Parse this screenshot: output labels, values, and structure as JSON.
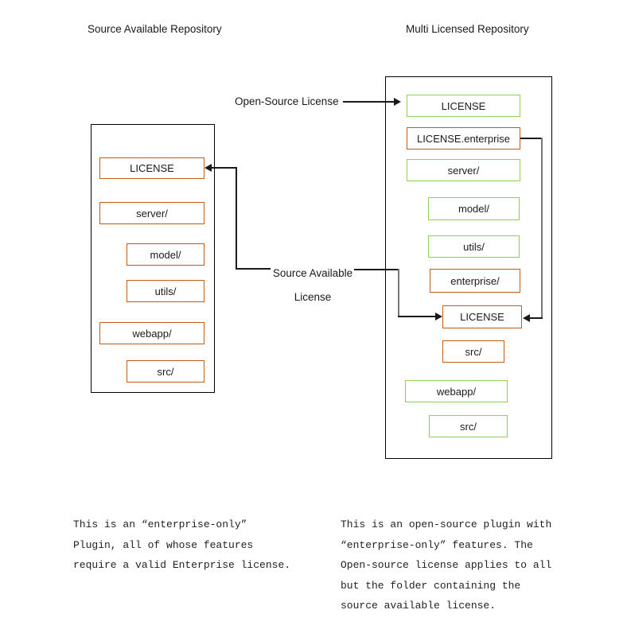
{
  "colors": {
    "orange_border": "#C55A11",
    "green_border": "#92D050",
    "outer_box_border": "#000000",
    "connector_line": "#1A1A1A",
    "connector_line_gray": "#777777"
  },
  "left_repo": {
    "title": "Source Available Repository",
    "items": [
      {
        "label": "LICENSE",
        "license": "source-available"
      },
      {
        "label": "server/",
        "license": "source-available"
      },
      {
        "label": "model/",
        "license": "source-available"
      },
      {
        "label": "utils/",
        "license": "source-available"
      },
      {
        "label": "webapp/",
        "license": "source-available"
      },
      {
        "label": "src/",
        "license": "source-available"
      }
    ],
    "caption_lines": [
      "This is an “enterprise-only”",
      "Plugin, all of whose features",
      "require a valid Enterprise license."
    ]
  },
  "right_repo": {
    "title": "Multi Licensed Repository",
    "items": [
      {
        "label": "LICENSE",
        "license": "open-source"
      },
      {
        "label": "LICENSE.enterprise",
        "license": "source-available"
      },
      {
        "label": "server/",
        "license": "open-source"
      },
      {
        "label": "model/",
        "license": "open-source"
      },
      {
        "label": "utils/",
        "license": "open-source"
      },
      {
        "label": "enterprise/",
        "license": "source-available"
      },
      {
        "label": "LICENSE",
        "license": "source-available"
      },
      {
        "label": "src/",
        "license": "source-available"
      },
      {
        "label": "webapp/",
        "license": "open-source"
      },
      {
        "label": "src/",
        "license": "open-source"
      }
    ],
    "caption_lines": [
      "This is an open-source plugin with",
      "“enterprise-only” features. The",
      "Open-source license applies to all",
      "but the folder containing the",
      "source available license."
    ]
  },
  "flow_labels": {
    "open_source": "Open-Source License",
    "source_available_line1": "Source Available",
    "source_available_line2": "License"
  }
}
